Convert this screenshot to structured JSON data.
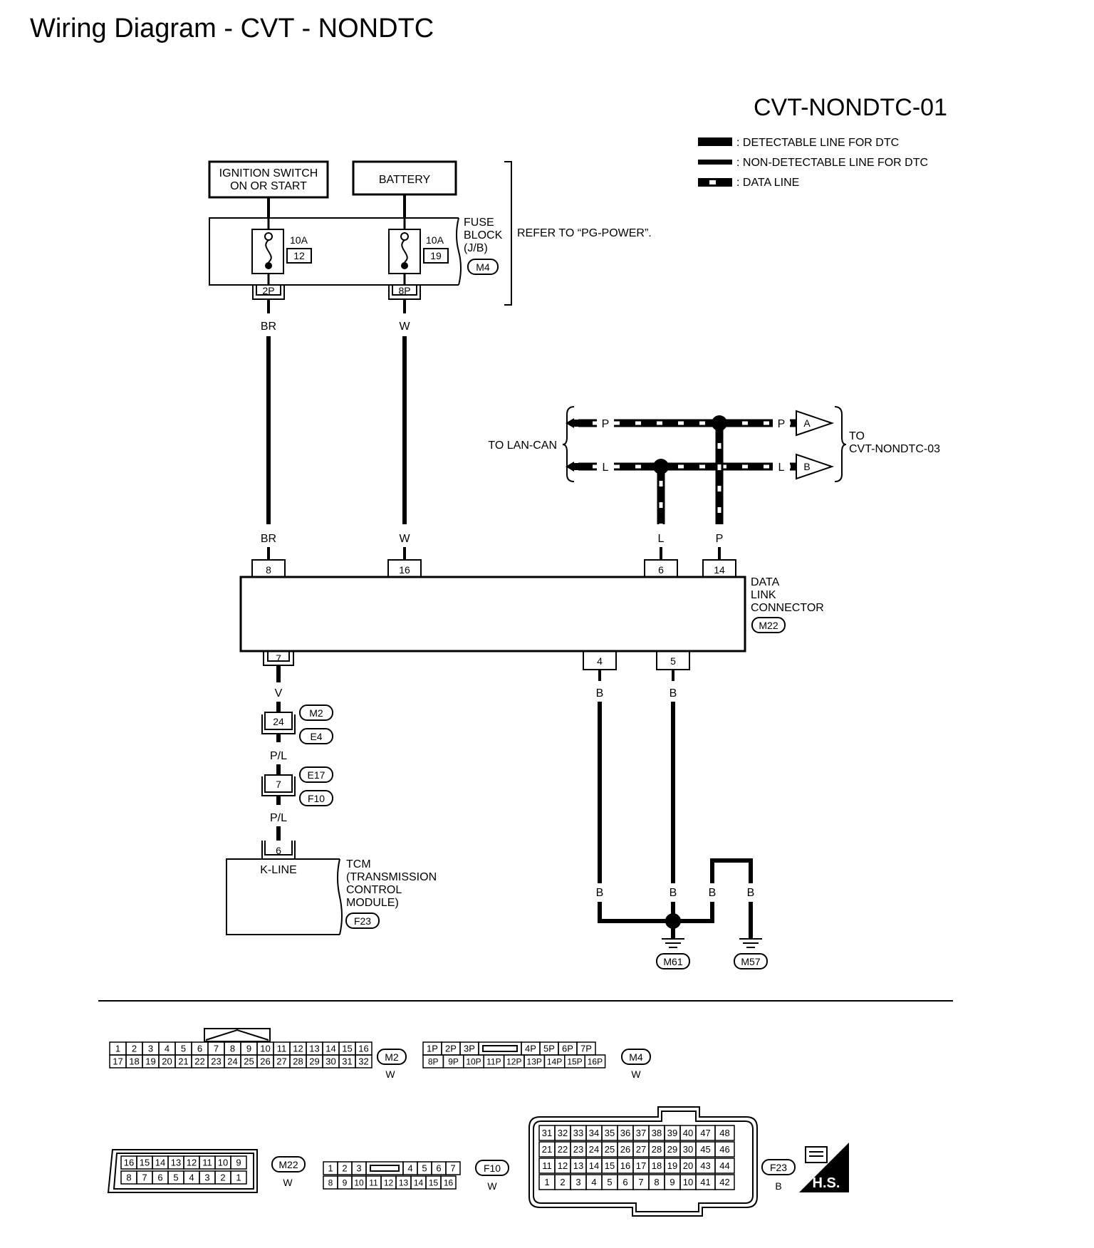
{
  "page_title": "Wiring Diagram - CVT - NONDTC",
  "diagram_id": "CVT-NONDTC-01",
  "legend": {
    "detectable": ": DETECTABLE LINE FOR DTC",
    "non_detectable": ": NON-DETECTABLE LINE FOR DTC",
    "data_line": ": DATA LINE"
  },
  "power": {
    "ignition": [
      "IGNITION SWITCH",
      "ON OR START"
    ],
    "battery": "BATTERY",
    "fuse_left": {
      "amp": "10A",
      "num": "12",
      "pin": "2P"
    },
    "fuse_right": {
      "amp": "10A",
      "num": "19",
      "pin": "8P"
    },
    "fuse_block": [
      "FUSE",
      "BLOCK",
      "(J/B)"
    ],
    "fuse_conn": "M4",
    "refer": "REFER TO “PG-POWER”."
  },
  "wires": {
    "br": "BR",
    "w": "W",
    "l": "L",
    "p": "P",
    "v": "V",
    "pl": "P/L",
    "b": "B"
  },
  "can": {
    "to_lan": "TO LAN-CAN",
    "to_cvt": [
      "TO",
      "CVT-NONDTC-03"
    ],
    "conn_a": "A",
    "conn_b": "B"
  },
  "dlc": {
    "label": [
      "DATA",
      "LINK",
      "CONNECTOR"
    ],
    "conn": "M22",
    "pins_top": [
      "8",
      "16",
      "6",
      "14"
    ],
    "pins_bottom": [
      "7",
      "4",
      "5"
    ]
  },
  "harness": {
    "pin_24": "24",
    "m2": "M2",
    "e4": "E4",
    "pin_7": "7",
    "e17": "E17",
    "f10": "F10"
  },
  "tcm": {
    "pin": "6",
    "kline": "K-LINE",
    "label": [
      "TCM",
      "(TRANSMISSION",
      "CONTROL",
      "MODULE)"
    ],
    "conn": "F23"
  },
  "ground": {
    "m61": "M61",
    "m57": "M57"
  },
  "connectors": {
    "m2": {
      "id": "M2",
      "color": "W",
      "row1": [
        "1",
        "2",
        "3",
        "4",
        "5",
        "6",
        "7",
        "8",
        "9",
        "10",
        "11",
        "12",
        "13",
        "14",
        "15",
        "16"
      ],
      "row2": [
        "17",
        "18",
        "19",
        "20",
        "21",
        "22",
        "23",
        "24",
        "25",
        "26",
        "27",
        "28",
        "29",
        "30",
        "31",
        "32"
      ]
    },
    "m4": {
      "id": "M4",
      "color": "W",
      "row1": [
        "1P",
        "2P",
        "3P",
        "",
        "4P",
        "5P",
        "6P",
        "7P"
      ],
      "row2": [
        "8P",
        "9P",
        "10P",
        "11P",
        "12P",
        "13P",
        "14P",
        "15P",
        "16P"
      ]
    },
    "m22": {
      "id": "M22",
      "color": "W",
      "row1": [
        "16",
        "15",
        "14",
        "13",
        "12",
        "11",
        "10",
        "9"
      ],
      "row2": [
        "8",
        "7",
        "6",
        "5",
        "4",
        "3",
        "2",
        "1"
      ]
    },
    "f10": {
      "id": "F10",
      "color": "W",
      "row1": [
        "1",
        "2",
        "3",
        "",
        "4",
        "5",
        "6",
        "7"
      ],
      "row2": [
        "8",
        "9",
        "10",
        "11",
        "12",
        "13",
        "14",
        "15",
        "16"
      ]
    },
    "f23": {
      "id": "F23",
      "color": "B",
      "row1": [
        "31",
        "32",
        "33",
        "34",
        "35",
        "36",
        "37",
        "38",
        "39",
        "40",
        "47",
        "48"
      ],
      "row2": [
        "21",
        "22",
        "23",
        "24",
        "25",
        "26",
        "27",
        "28",
        "29",
        "30",
        "45",
        "46"
      ],
      "row3": [
        "11",
        "12",
        "13",
        "14",
        "15",
        "16",
        "17",
        "18",
        "19",
        "20",
        "43",
        "44"
      ],
      "row4": [
        "1",
        "2",
        "3",
        "4",
        "5",
        "6",
        "7",
        "8",
        "9",
        "10",
        "41",
        "42"
      ]
    },
    "hs": "H.S."
  }
}
